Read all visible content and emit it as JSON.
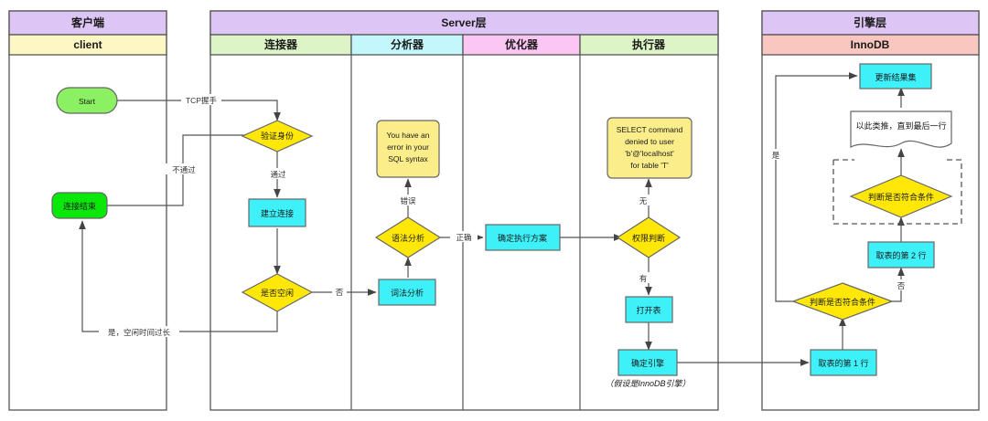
{
  "colors": {
    "lane_header": "#ddc6f5",
    "client_sub": "#fdf7c3",
    "connector_sub": "#ddf5c6",
    "analyzer_sub": "#c3f7fb",
    "optimizer_sub": "#fbc6f2",
    "executor_sub": "#ddf5c6",
    "innodb_sub": "#f9c6c0",
    "cyan_box": "#3ef0f7",
    "yellow_diamond": "#ffe808",
    "yellow_note": "#fbee8a",
    "green_start": "#8cf063",
    "green_end": "#09e809",
    "stroke": "#666666",
    "line": "#555555"
  },
  "lanes": [
    {
      "id": "client",
      "title": "客户端",
      "subtitle": "client"
    },
    {
      "id": "server",
      "title": "Server层",
      "subtitle": null
    },
    {
      "id": "engine",
      "title": "引擎层",
      "subtitle": "InnoDB"
    }
  ],
  "server_columns": [
    {
      "id": "connector",
      "title": "连接器"
    },
    {
      "id": "analyzer",
      "title": "分析器"
    },
    {
      "id": "optimizer",
      "title": "优化器"
    },
    {
      "id": "executor",
      "title": "执行器"
    }
  ],
  "nodes": {
    "start": "Start",
    "conn_end": "连接结束",
    "verify_identity": "验证身份",
    "build_conn": "建立连接",
    "is_idle": "是否空闲",
    "lexical": "词法分析",
    "syntax": "语法分析",
    "sql_error_l1": "You have an",
    "sql_error_l2": "error in your",
    "sql_error_l3": "SQL syntax",
    "plan": "确定执行方案",
    "perm_check": "权限判断",
    "denied_l1": "SELECT command",
    "denied_l2": "denied to user",
    "denied_l3": "'b'@'localhost'",
    "denied_l4": "for table 'T'",
    "open_table": "打开表",
    "pick_engine": "确定引擎",
    "engine_note": "（假设是InnoDB引擎）",
    "row1": "取表的第 1 行",
    "row2": "取表的第 2 行",
    "match_check_1": "判断是否符合条件",
    "match_check_2": "判断是否符合条件",
    "and_so_on": "以此类推，直到最后一行",
    "update_result": "更新结果集"
  },
  "edge_labels": {
    "tcp": "TCP握手",
    "fail": "不通过",
    "pass": "通过",
    "idle_yes": "是，空闲时间过长",
    "idle_no": "否",
    "syntax_err": "错误",
    "syntax_ok": "正确",
    "perm_none": "无",
    "perm_have": "有",
    "match_yes": "是",
    "match_no": "否"
  }
}
